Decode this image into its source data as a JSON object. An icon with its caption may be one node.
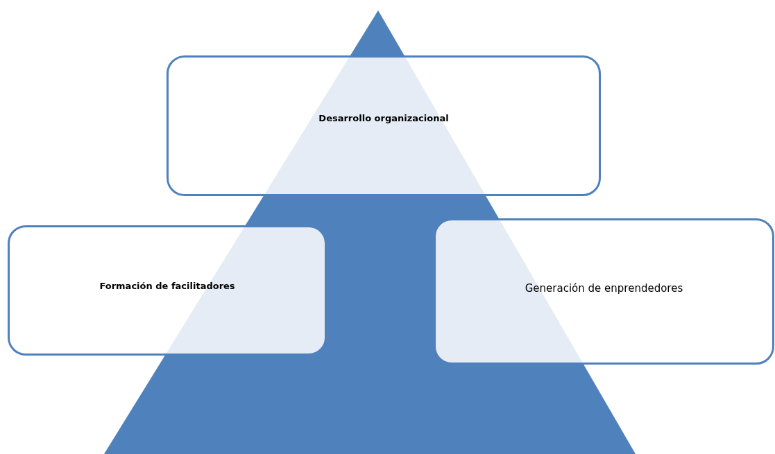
{
  "diagram": {
    "nodes": [
      {
        "text": [
          "Desarrollo organizacional"
        ]
      },
      {
        "text": [
          "Formación de facilitadores"
        ]
      },
      {
        "text": [
          "Generación de enprendedores"
        ]
      }
    ]
  }
}
